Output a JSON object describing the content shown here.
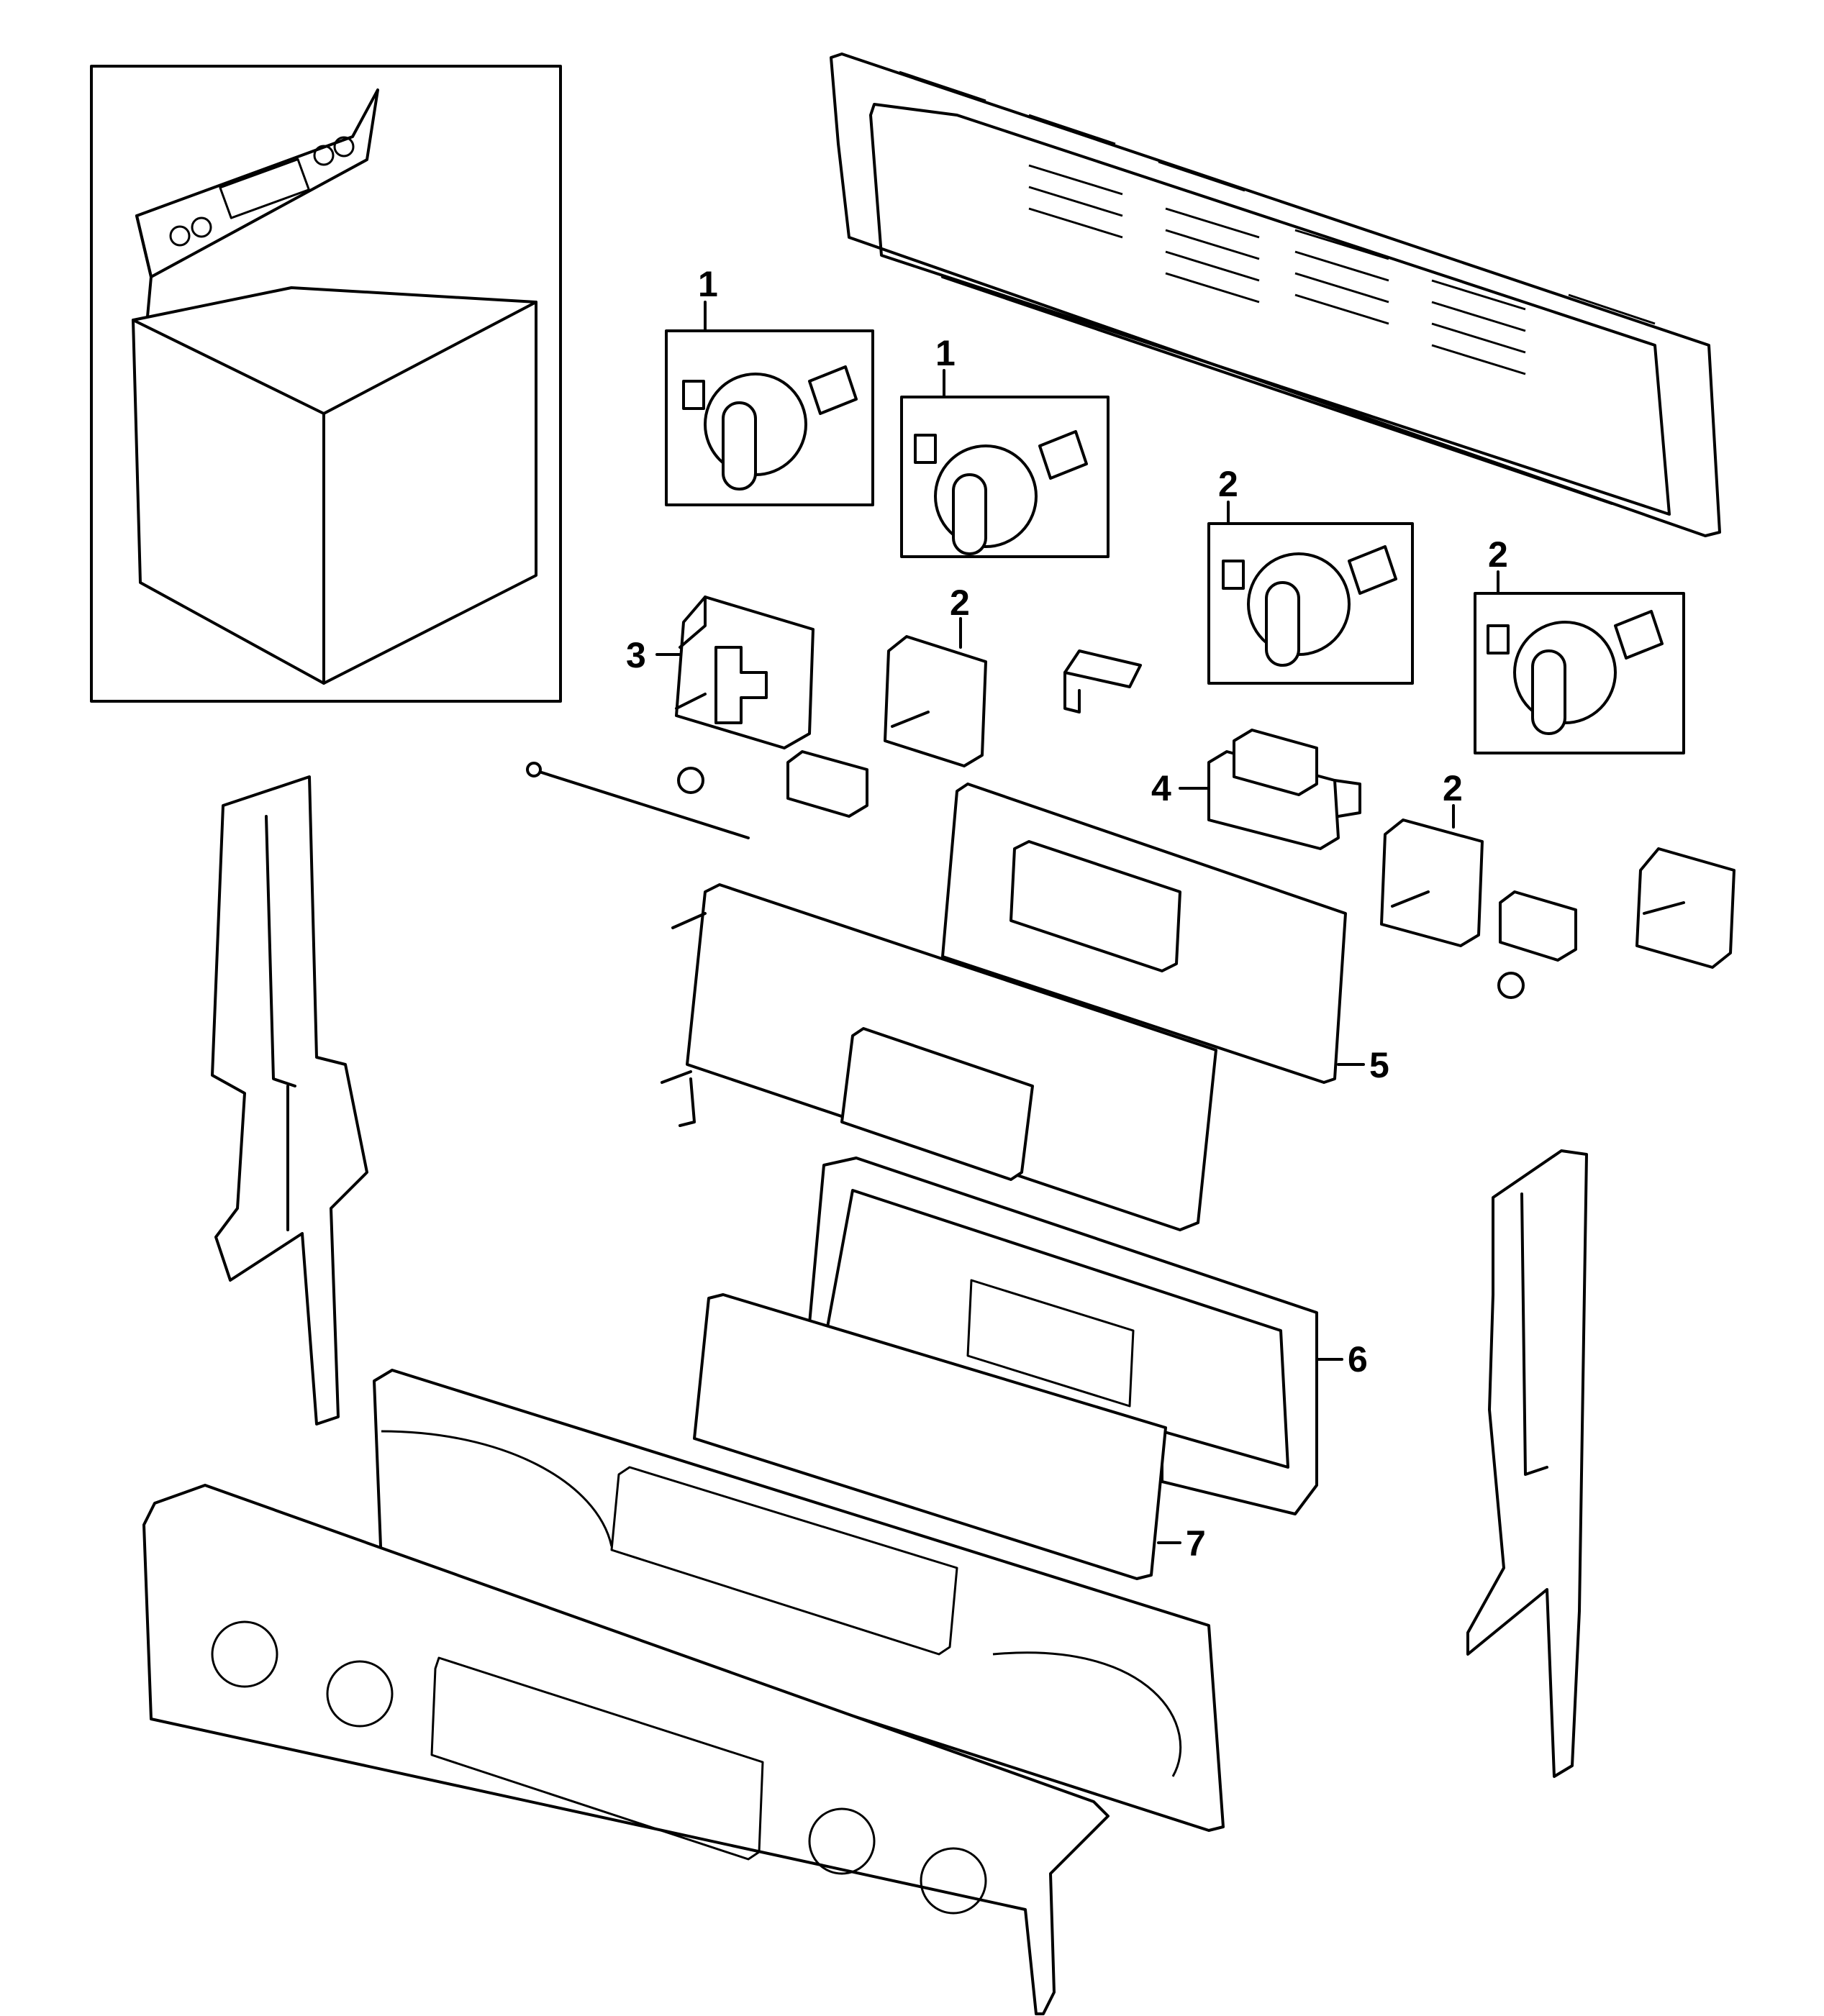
{
  "callouts": {
    "c1a": "1",
    "c1b": "1",
    "c2a": "2",
    "c2b": "2",
    "c2c": "2",
    "c2d": "2",
    "c3": "3",
    "c4": "4",
    "c5": "5",
    "c6": "6",
    "c7": "7"
  }
}
